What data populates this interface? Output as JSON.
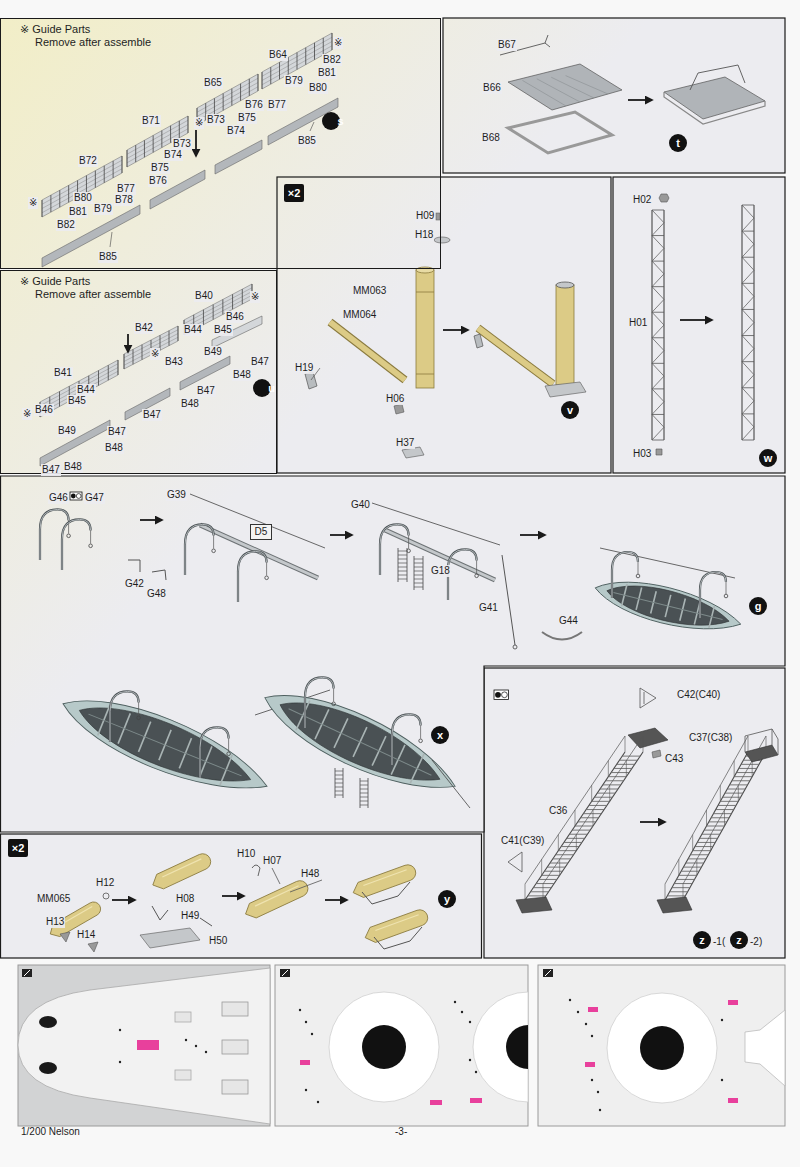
{
  "diagram": {
    "nodes": [
      {
        "text": [
          "※ Guide Parts",
          "Remove after assemble"
        ]
      },
      {
        "text": [
          "s"
        ],
        "in": 0
      },
      {
        "text": [
          "t"
        ]
      },
      {
        "text": [
          "×2"
        ]
      },
      {
        "text": [
          "v"
        ]
      },
      {
        "text": [
          "w"
        ]
      },
      {
        "text": [
          "※ Guide Parts",
          "Remove after assemble"
        ]
      },
      {
        "text": [
          "u"
        ],
        "in": 6
      },
      {
        "text": [
          "D5"
        ]
      },
      {
        "text": [
          "g"
        ]
      },
      {
        "text": [
          "x"
        ]
      },
      {
        "text": [
          "z"
        ]
      },
      {
        "text": [
          "z"
        ]
      },
      {
        "text": [
          "×2"
        ]
      },
      {
        "text": [
          "y"
        ]
      }
    ],
    "labels": [
      "B64",
      "※",
      "B82",
      "B65",
      "B79",
      "B81",
      "B80",
      "B76",
      "B77",
      "B73",
      "B75",
      "B74",
      "B71",
      "※",
      "B73",
      "B74",
      "B75",
      "B76",
      "B72",
      "B77",
      "B78",
      "B80",
      "B79",
      "B81",
      "※",
      "B82",
      "B85",
      "B85",
      "B67",
      "B66",
      "B68",
      "H09",
      "H18",
      "MM063",
      "MM064",
      "H19",
      "H06",
      "H37",
      "H02",
      "H01",
      "H03",
      "B40",
      "※",
      "B46",
      "B42",
      "B44",
      "B45",
      "B49",
      "※",
      "B43",
      "B47",
      "B41",
      "B48",
      "B47",
      "B44",
      "B45",
      "B48",
      "B47",
      "※",
      "B46",
      "B49",
      "B47",
      "B48",
      "B47",
      "B48",
      "G46",
      "G47",
      "G39",
      "G40",
      "G42",
      "G48",
      "G18",
      "G41",
      "G44",
      "C42(C40)",
      "C37(C38)",
      "C43",
      "C36",
      "C41(C39)",
      "-1(",
      "-2)",
      "MM065",
      "H12",
      "H13",
      "H14",
      "H08",
      "H10",
      "H07",
      "H48",
      "H49",
      "H50",
      "1/200 Nelson",
      "-3-"
    ]
  }
}
